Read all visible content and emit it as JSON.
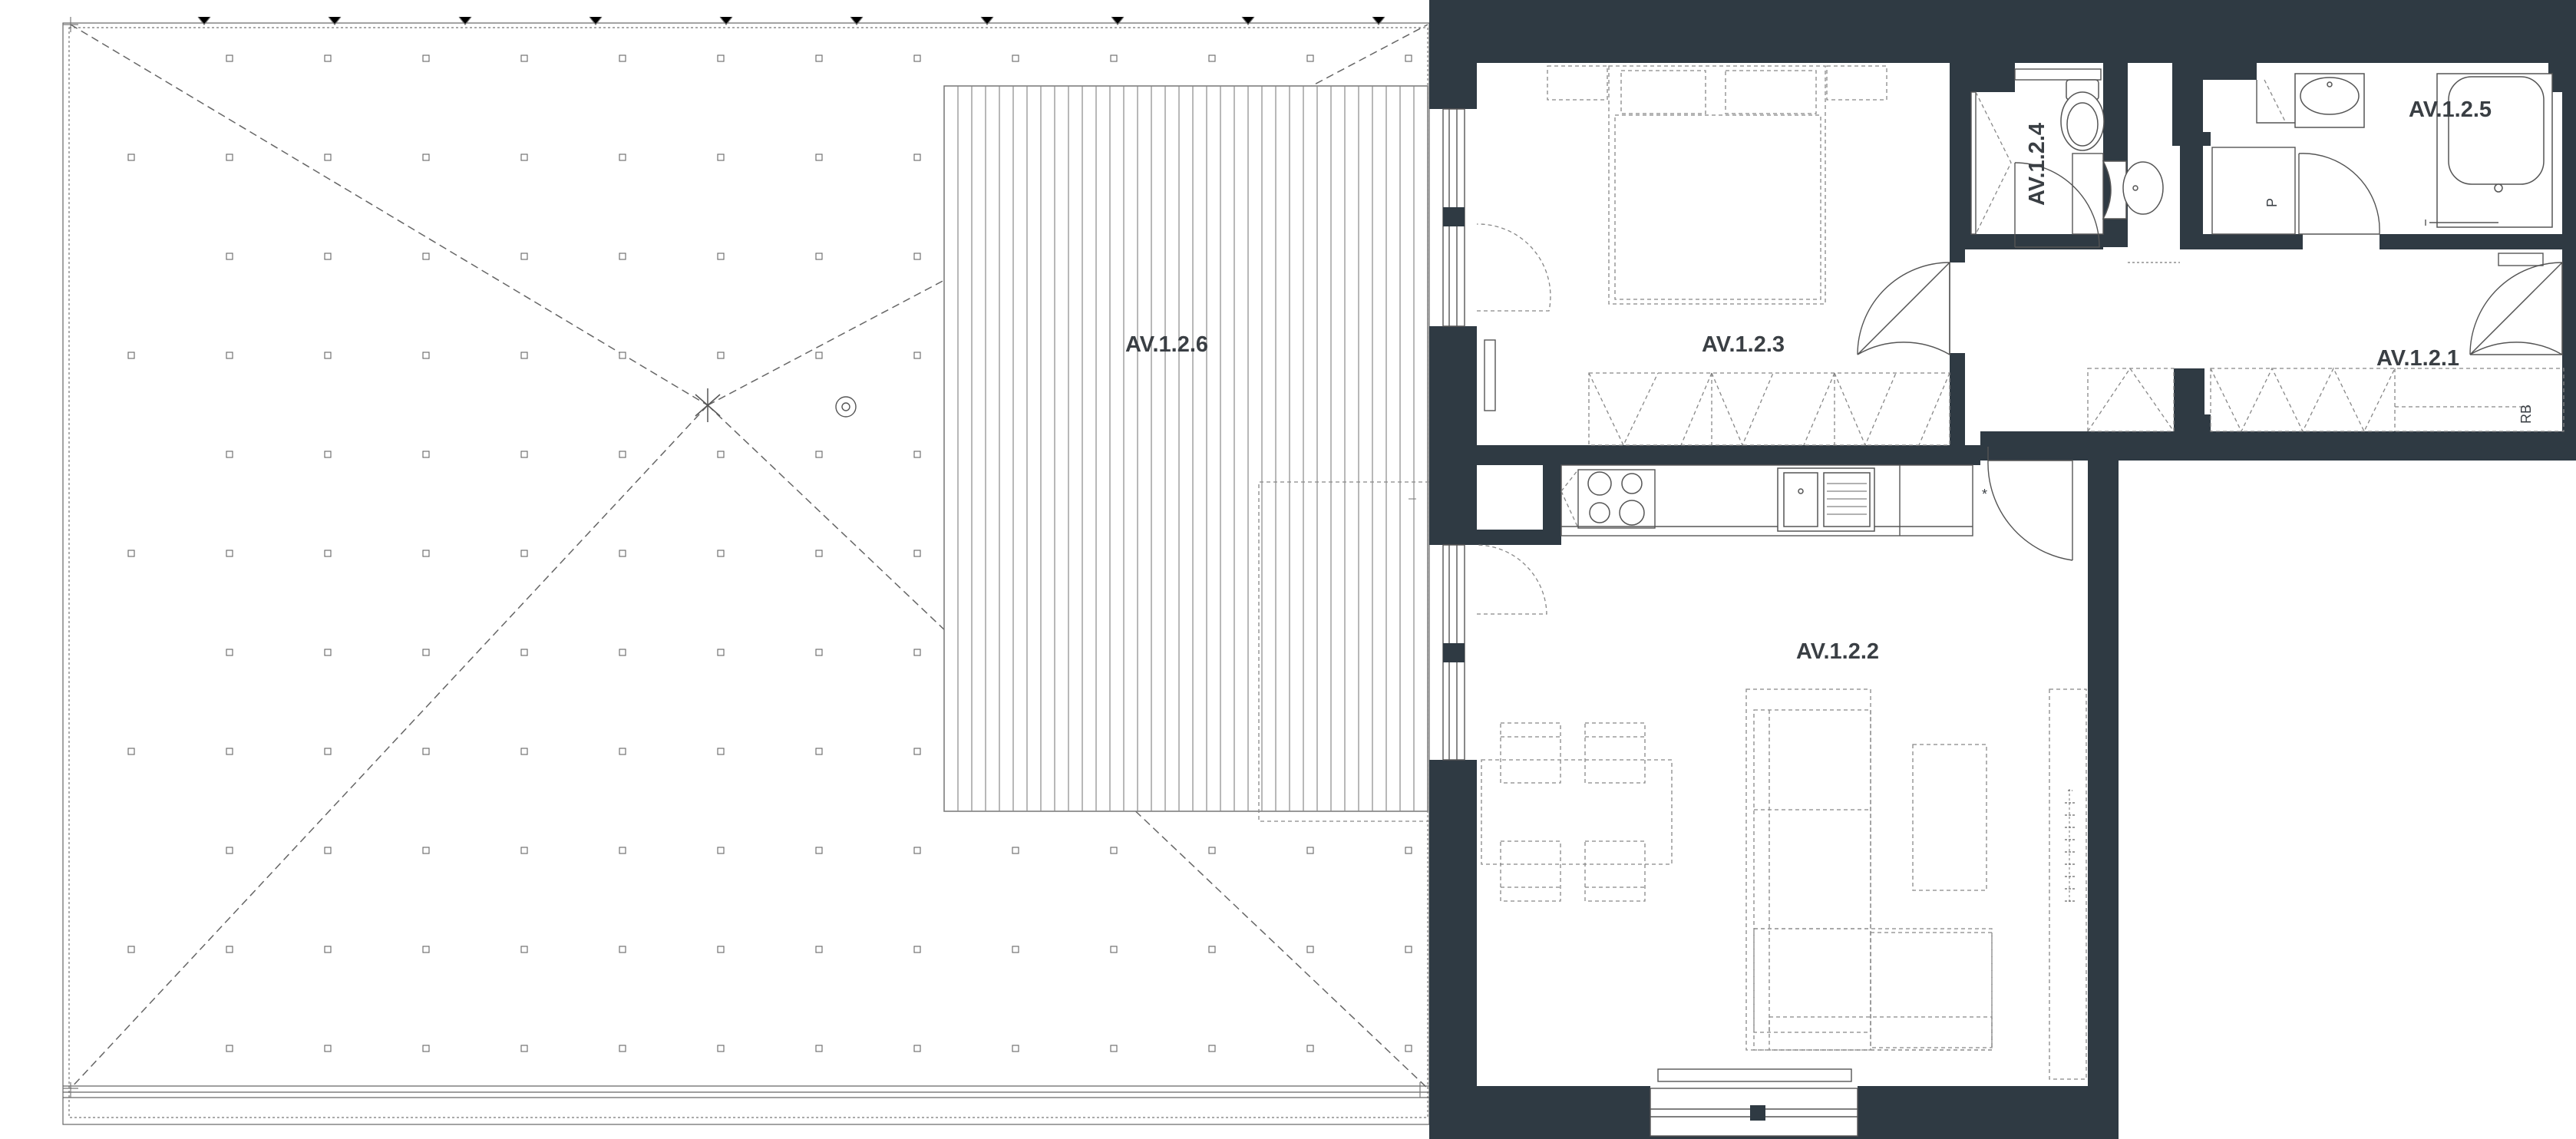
{
  "rooms": {
    "terrace": "AV.1.2.6",
    "bedroom": "AV.1.2.3",
    "wc": "AV.1.2.4",
    "bathroom": "AV.1.2.5",
    "hall": "AV.1.2.1",
    "living": "AV.1.2.2"
  },
  "marks": {
    "closet_p": "P",
    "closet_rb": "RB"
  },
  "colors": {
    "wall": "#2f3a43",
    "line": "#555555",
    "background": "#ffffff"
  }
}
